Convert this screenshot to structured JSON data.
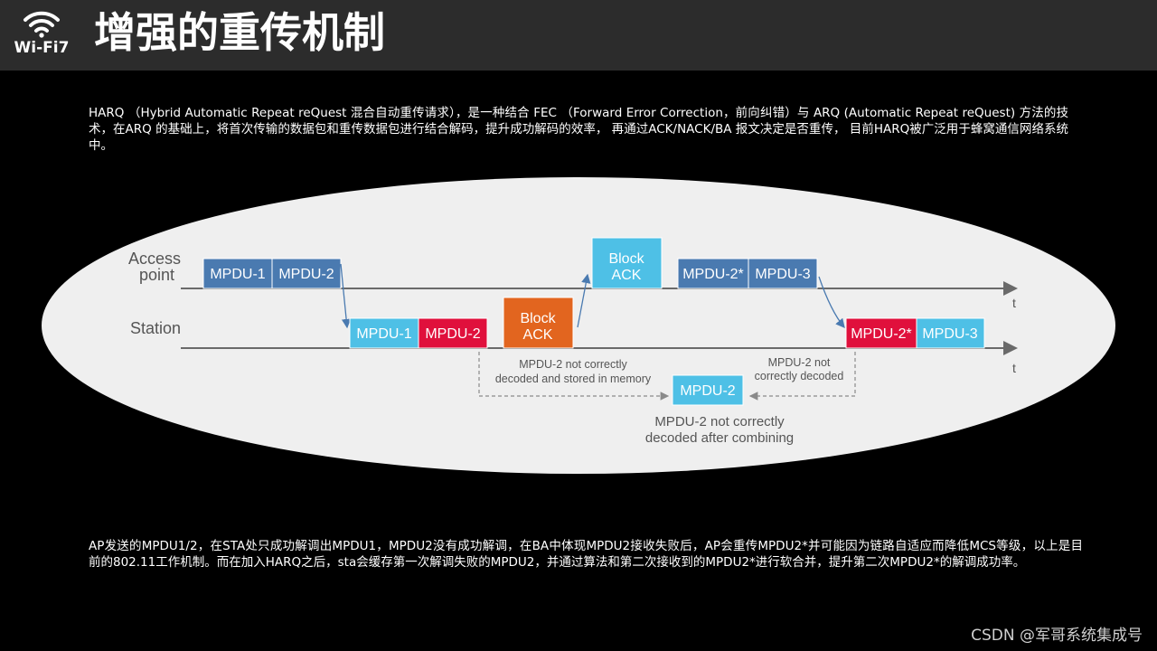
{
  "header": {
    "logo_text": "Wi-Fi7",
    "logo_icon": "wifi-icon",
    "title": "增强的重传机制"
  },
  "intro": "HARQ （Hybrid Automatic Repeat reQuest 混合自动重传请求），是一种结合 FEC （Forward Error Correction，前向纠错）与 ARQ (Automatic Repeat reQuest) 方法的技术，在ARQ 的基础上，将首次传输的数据包和重传数据包进行结合解码，提升成功解码的效率， 再通过ACK/NACK/BA 报文决定是否重传， 目前HARQ被广泛用于蜂窝通信网络系统中。",
  "diagram": {
    "colors": {
      "ap_frame": "#4a7ab0",
      "sta_ok": "#4ec0e6",
      "sta_err": "#e0103c",
      "block_ack_sta": "#e2651f",
      "block_ack_ap": "#4ec0e6",
      "ellipse": "#efefef",
      "line": "#6a6a6a"
    },
    "lanes": {
      "ap_line1": "Access",
      "ap_line2": "point",
      "station": "Station",
      "time_ap": "t",
      "time_sta": "t"
    },
    "frames": {
      "ap_mpdu1": "MPDU-1",
      "ap_mpdu2": "MPDU-2",
      "sta_mpdu1": "MPDU-1",
      "sta_mpdu2": "MPDU-2",
      "block_ack_sta_line1": "Block",
      "block_ack_sta_line2": "ACK",
      "block_ack_ap_line1": "Block",
      "block_ack_ap_line2": "ACK",
      "ap_mpdu2_retx": "MPDU-2*",
      "ap_mpdu3": "MPDU-3",
      "sta_mpdu2_retx": "MPDU-2*",
      "sta_mpdu3": "MPDU-3",
      "buffer_mpdu2": "MPDU-2"
    },
    "notes": {
      "stored_line1": "MPDU-2 not correctly",
      "stored_line2": "decoded and stored in memory",
      "retx_line1": "MPDU-2 not",
      "retx_line2": "correctly decoded",
      "combined_line1": "MPDU-2 not correctly",
      "combined_line2": "decoded after combining"
    }
  },
  "summary": "AP发送的MPDU1/2，在STA处只成功解调出MPDU1，MPDU2没有成功解调，在BA中体现MPDU2接收失败后，AP会重传MPDU2*并可能因为链路自适应而降低MCS等级，以上是目前的802.11工作机制。而在加入HARQ之后，sta会缓存第一次解调失败的MPDU2，并通过算法和第二次接收到的MPDU2*进行软合并，提升第二次MPDU2*的解调成功率。",
  "watermark": "CSDN @军哥系统集成号"
}
